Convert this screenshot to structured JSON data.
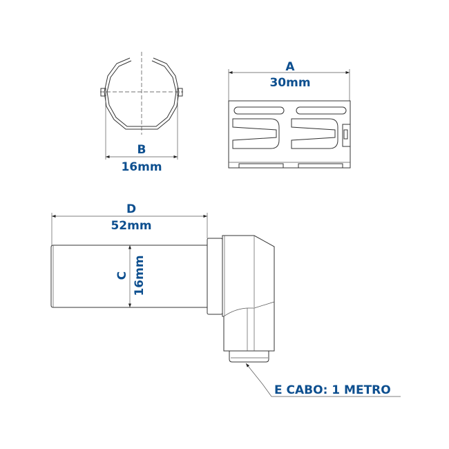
{
  "color_label": "#0d4f8f",
  "dim_b": {
    "letter": "B",
    "value": "16mm"
  },
  "dim_a": {
    "letter": "A",
    "value": "30mm"
  },
  "dim_d": {
    "letter": "D",
    "value": "52mm"
  },
  "dim_c": {
    "letter": "C",
    "value": "16mm"
  },
  "cable_label": "E CABO: 1 METRO"
}
